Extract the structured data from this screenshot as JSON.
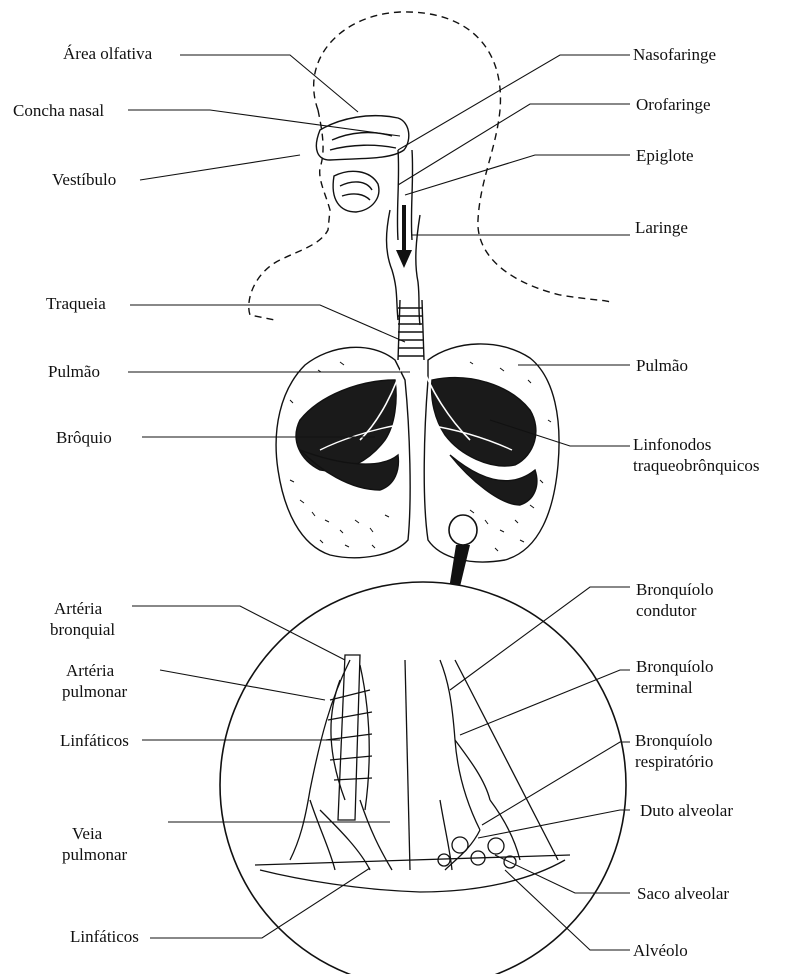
{
  "labels": {
    "area_olfativa": "Área olfativa",
    "concha_nasal": "Concha nasal",
    "vestibulo": "Vestíbulo",
    "traqueia": "Traqueia",
    "pulmao_left": "Pulmão",
    "broquio": "Brôquio",
    "arteria_bronquial_1": "Artéria",
    "arteria_bronquial_2": "bronquial",
    "arteria_pulmonar_1": "Artéria",
    "arteria_pulmonar_2": "pulmonar",
    "linfaticos_top": "Linfáticos",
    "veia_pulmonar_1": "Veia",
    "veia_pulmonar_2": "pulmonar",
    "linfaticos_bottom": "Linfáticos",
    "nasofaringe": "Nasofaringe",
    "orofaringe": "Orofaringe",
    "epiglote": "Epiglote",
    "laringe": "Laringe",
    "pulmao_right": "Pulmão",
    "linfonodos_1": "Linfonodos",
    "linfonodos_2": "traqueobrônquicos",
    "bronquiolo_condutor_1": "Bronquíolo",
    "bronquiolo_condutor_2": "condutor",
    "bronquiolo_terminal_1": "Bronquíolo",
    "bronquiolo_terminal_2": "terminal",
    "bronquiolo_respiratorio_1": "Bronquíolo",
    "bronquiolo_respiratorio_2": "respiratório",
    "duto_alveolar": "Duto alveolar",
    "saco_alveolar": "Saco alveolar",
    "alveolo": "Alvéolo"
  },
  "colors": {
    "ink": "#111111",
    "fill_dark": "#1a1a1a",
    "paper": "#ffffff"
  }
}
